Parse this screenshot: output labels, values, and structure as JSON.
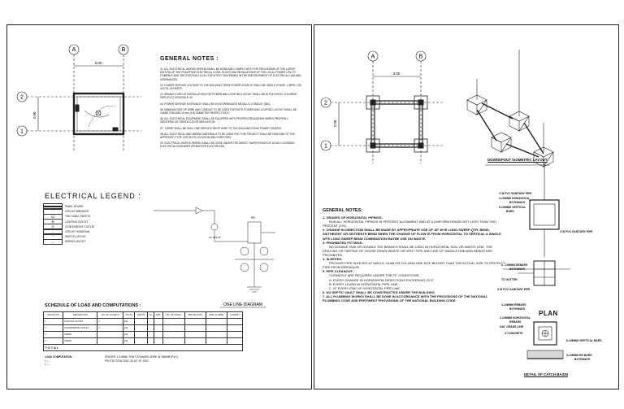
{
  "left": {
    "grid": {
      "a": "A",
      "b": "B",
      "n2": "2",
      "n1": "1",
      "dim_h": "3.00",
      "dim_v": "2.00"
    },
    "general_notes": {
      "title": "GENERAL NOTES :",
      "items": [
        "01. ALL ELECTRICAL WORKS HEREIN SHALL BE DONE AND COMPLY WITH THE PROVISIONS OF THE LATEST EDITION OF THE PHILIPPINE ELECTRICAL CODE, RULES AND REGULATIONS OF THE LOCAL POWER UTILITY COMPANY AND THE EXISTING LOCAL STATUTES CONCERNED IN THE ENFORCEMENT OF ELECTRICAL LAW AND ORDINANCES.",
        "02. POWER SERVICE VOLTAGE TO THE BUILDING FROM POWER SOURCE SHALL BE SINGLE PHASE, 2 WIRE, 230 VOLTS, 60 HERTZ.",
        "03. BRANCH CIRCUIT INSTALLATION FOR POWER AND LIGHTING LAYOUT SHALL BE IN POLYVINYL CHLORIDE PIPE (PVC) SCHEDULE 40.",
        "04. POWER SERVICE ENTRANCE SHALL BE IN INTERMEDIATE METALLIC CONDUIT (IMC).",
        "05. MINIMUM SIZE OF WIRE AND CONDUIT TO BE USED FOR BOTH POWER AND LIGHTING LAYOUT SHALL BE 3.5MM THW AND 15 mm (1/2) DIAMETER RESPECTIVELY.",
        "06. ALL ELECTRICAL EQUIPMENT SHALL BE EQUIPPED WITH PROPER GROUNDING WIRES PROPERLY IDENTIFIED BY GREEN COLOR INSULATION.",
        "07. THERE SHALL BE ONLY ONE SERVICE DROP WIRE TO THE BUILDING FROM POWER SOURCE.",
        "08. ALL ELECTRICAL AND WIRING MATERIALS TO BE USED FOR THIS PROJECT SHALL BE NEW AND OF THE APPROVED TYPE FOR BOTH LOCATION AND PURPOSES.",
        "09. ELECTRICAL WORKS HEREIN SHALL BE DONE UNDER THE DIRECT SUPERVISION OF A DULY LICENSED ELECTRICAL ENGINEER OR MASTER ELECTRICIAN."
      ]
    },
    "legend": {
      "title": "ELECTRICAL LEGEND :",
      "items": [
        {
          "sym": "",
          "label": "PANEL BOARD"
        },
        {
          "sym": "",
          "label": "CIRCUIT BREAKER"
        },
        {
          "sym": "S2",
          "label": "TWO GANG SWITCH"
        },
        {
          "sym": "",
          "label": "LIGHTING OUTLET"
        },
        {
          "sym": "",
          "label": "CONVENIENCE OUTLET"
        },
        {
          "sym": "",
          "label": "CIRCUIT HOMERUN"
        },
        {
          "sym": "",
          "label": "SWITCH LAYOUT"
        },
        {
          "sym": "",
          "label": "WIRING LAYOUT"
        }
      ]
    },
    "one_line": {
      "title": "ONE LINE DIAGRAM",
      "label": "AC 30A 2P ...",
      "panel": "PB"
    },
    "schedule": {
      "title": "SCHEDULE OF LOAD AND COMPUTATIONS :",
      "headers": [
        "CIRCUIT NO.",
        "DESCRIPTION",
        "NO. OF OUTLETS",
        "VOLTS",
        "WATTS",
        "VA",
        "AMP",
        "NO. OF POLES",
        "PROTECTION",
        "SIZE OF WIRE",
        "CONDUIT"
      ],
      "rows": [
        [
          "1",
          "LIGHTING OUTLET",
          "1",
          "230",
          "",
          "",
          "",
          "",
          "",
          "",
          ""
        ],
        [
          "2",
          "CONVENIENCE OUTLET",
          "1",
          "230",
          "",
          "",
          "",
          "",
          "",
          "",
          ""
        ],
        [
          "3",
          "SPARE",
          "",
          "230",
          "",
          "",
          "",
          "",
          "",
          "",
          ""
        ],
        [
          "4",
          "SPARE",
          "",
          "230",
          "",
          "",
          "",
          "",
          "",
          "",
          ""
        ]
      ],
      "total_label": "T O T A L"
    },
    "calc": {
      "head": "LOAD COMPUTATION :",
      "l1": "I = ...",
      "l2": "I = ...",
      "r1": "FEEDER: 2-3.5MM² THW STRANDED WIRE IN 20MMØ (PVC)",
      "r2": "PROTECTION: 30AT, 50 AF, 2P, 230V"
    }
  },
  "right": {
    "grid": {
      "a": "A",
      "b": "B",
      "n2": "2",
      "n1": "1",
      "dim_h": "3.00",
      "dim_v": "2.00"
    },
    "isometric_title": "DOWNSPOUT ISOMETRIC LAYOUT",
    "notes": {
      "title": "GENERAL NOTES:",
      "items": [
        {
          "h": "1. GRADES OF HORIZONTAL PIPINGS:",
          "b": "RUN ALL HORIZONTAL PIPINGS IN PERCENT ALIGNMENT AND AT A UNIFORM GRADE NOT LESS THAN TWO PERCENT (2%)."
        },
        {
          "h": "2. CHANGE IN DIRECTION SHALL BE MADE BY APPROPRIATE USE OF 45° WYE LONG SWEEP QTR. BEND, SIXTHEIGHT OR SIXTEENTH BEND WHEN THE CHANGE OF FLOW IS FROM HORIZONTAL TO VERTICAL A SINGLE WYE LONG SWEEP BEND COMBINATION MAYBE USE ON WASTE.",
          "b": ""
        },
        {
          "h": "3. PROHIBITED FITTINGS:",
          "b": "NO DOUBLE HUB OR DOUBLE TEE BRANCH SHALL BE USED IN HORIZONTAL SOIL OR WASTE LINE. THE DRILLING OR TAPPING OF HOUSE DRAIN WASTE OR VENT PIPE AND USE OF SADDLE HUB AND BENDS ARE PROHIBITED."
        },
        {
          "h": "4. SLEEVES:",
          "b": "PROVIDE PIPE SLEEVES AT WALLS, SLAB OR COLUMN ONE SIZE BIGGER THAN THE ACTUAL SIZE TO PROTECT PIPE FROM BREAKAGE."
        },
        {
          "h": "5. PIPE CLEANOUT:",
          "b": "CLEANOUT ARE REQUIRED UNDER THE FF. CONDITIONS:"
        },
        {
          "h": "",
          "b": "A. EVERY CHANGE IN HORIZONTAL DIRECTIONS EXCEEDING 22.5°"
        },
        {
          "h": "",
          "b": "B. EVERY 15.00M IN HORIZONTAL PIPE LINE"
        },
        {
          "h": "",
          "b": "C. AT EVERY END OF HORIZONTAL PIPE LINE"
        },
        {
          "h": "6. NO SEPTIC VAULT SHALL BE CONSTRUCTED UNDER THE BUILDING.",
          "b": ""
        },
        {
          "h": "7. ALL PLUMBING WORKS SHALL BE DONE IN ACCORDANCE WITH THE PROVISIONS OF THE NATIONAL PLUMBING CODE AND PERTINENT PROVISIONS OF THE NATIONAL BUILDING CODE.",
          "b": ""
        }
      ]
    },
    "detail": {
      "l_pvc": "4\"Ø PVC SANITARY PIPE",
      "l_horiz": "3-10MMØ HORIZONTAL",
      "l_bothways": "BOTHWAYS",
      "l_vert": "6-10MMØ VERTICAL",
      "l_bars": "BARS",
      "l_pvc2": "4\"Ø PVC SANITARY PIPE",
      "l_rebars": "3 - 10MMØ REBARS",
      "l_bothways2": "BOTHWAYS",
      "l_gutter": "TO GUTTER",
      "l_pvc3": "3\"Ø PVC SANITARY PIPE",
      "l_rebars2": "4-10MMØ REBARS",
      "l_bothways3": "BOTHWAYS",
      "plan": "PLAN",
      "l_horiz2": "3-10MMØ HORIZONTAL",
      "l_rebars3": "REBARS",
      "l_grade": "NAT. GRADE LINE",
      "l_conc": "4\"CONCRETE",
      "l_vert2": "6-10MMØ VERTICAL BARS",
      "l_rebars4": "3-10MMØ RE-BARS",
      "l_bothways4": "BOTHWAYS",
      "title": "DETAIL OF CATCH BASIN"
    }
  }
}
